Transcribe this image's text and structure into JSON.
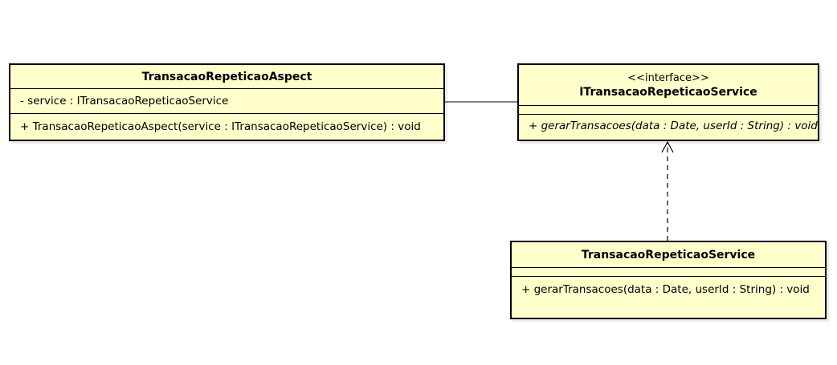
{
  "diagram": {
    "classes": [
      {
        "id": "aspect",
        "name": "TransacaoRepeticaoAspect",
        "stereotype": "",
        "attributes": [
          "- service : ITransacaoRepeticaoService"
        ],
        "operations": [
          "+ TransacaoRepeticaoAspect(service : ITransacaoRepeticaoService) : void"
        ]
      },
      {
        "id": "interface",
        "name": "ITransacaoRepeticaoService",
        "stereotype": "<<interface>>",
        "attributes": [],
        "operations": [
          "+ gerarTransacoes(data : Date, userId : String) : void"
        ]
      },
      {
        "id": "service",
        "name": "TransacaoRepeticaoService",
        "stereotype": "",
        "attributes": [],
        "operations": [
          "+ gerarTransacoes(data : Date, userId : String) : void"
        ]
      }
    ],
    "relations": [
      {
        "type": "association",
        "from": "aspect",
        "to": "interface"
      },
      {
        "type": "realization",
        "from": "service",
        "to": "interface"
      }
    ],
    "colors": {
      "class_fill": "#ffffcc",
      "line": "#000000"
    }
  }
}
